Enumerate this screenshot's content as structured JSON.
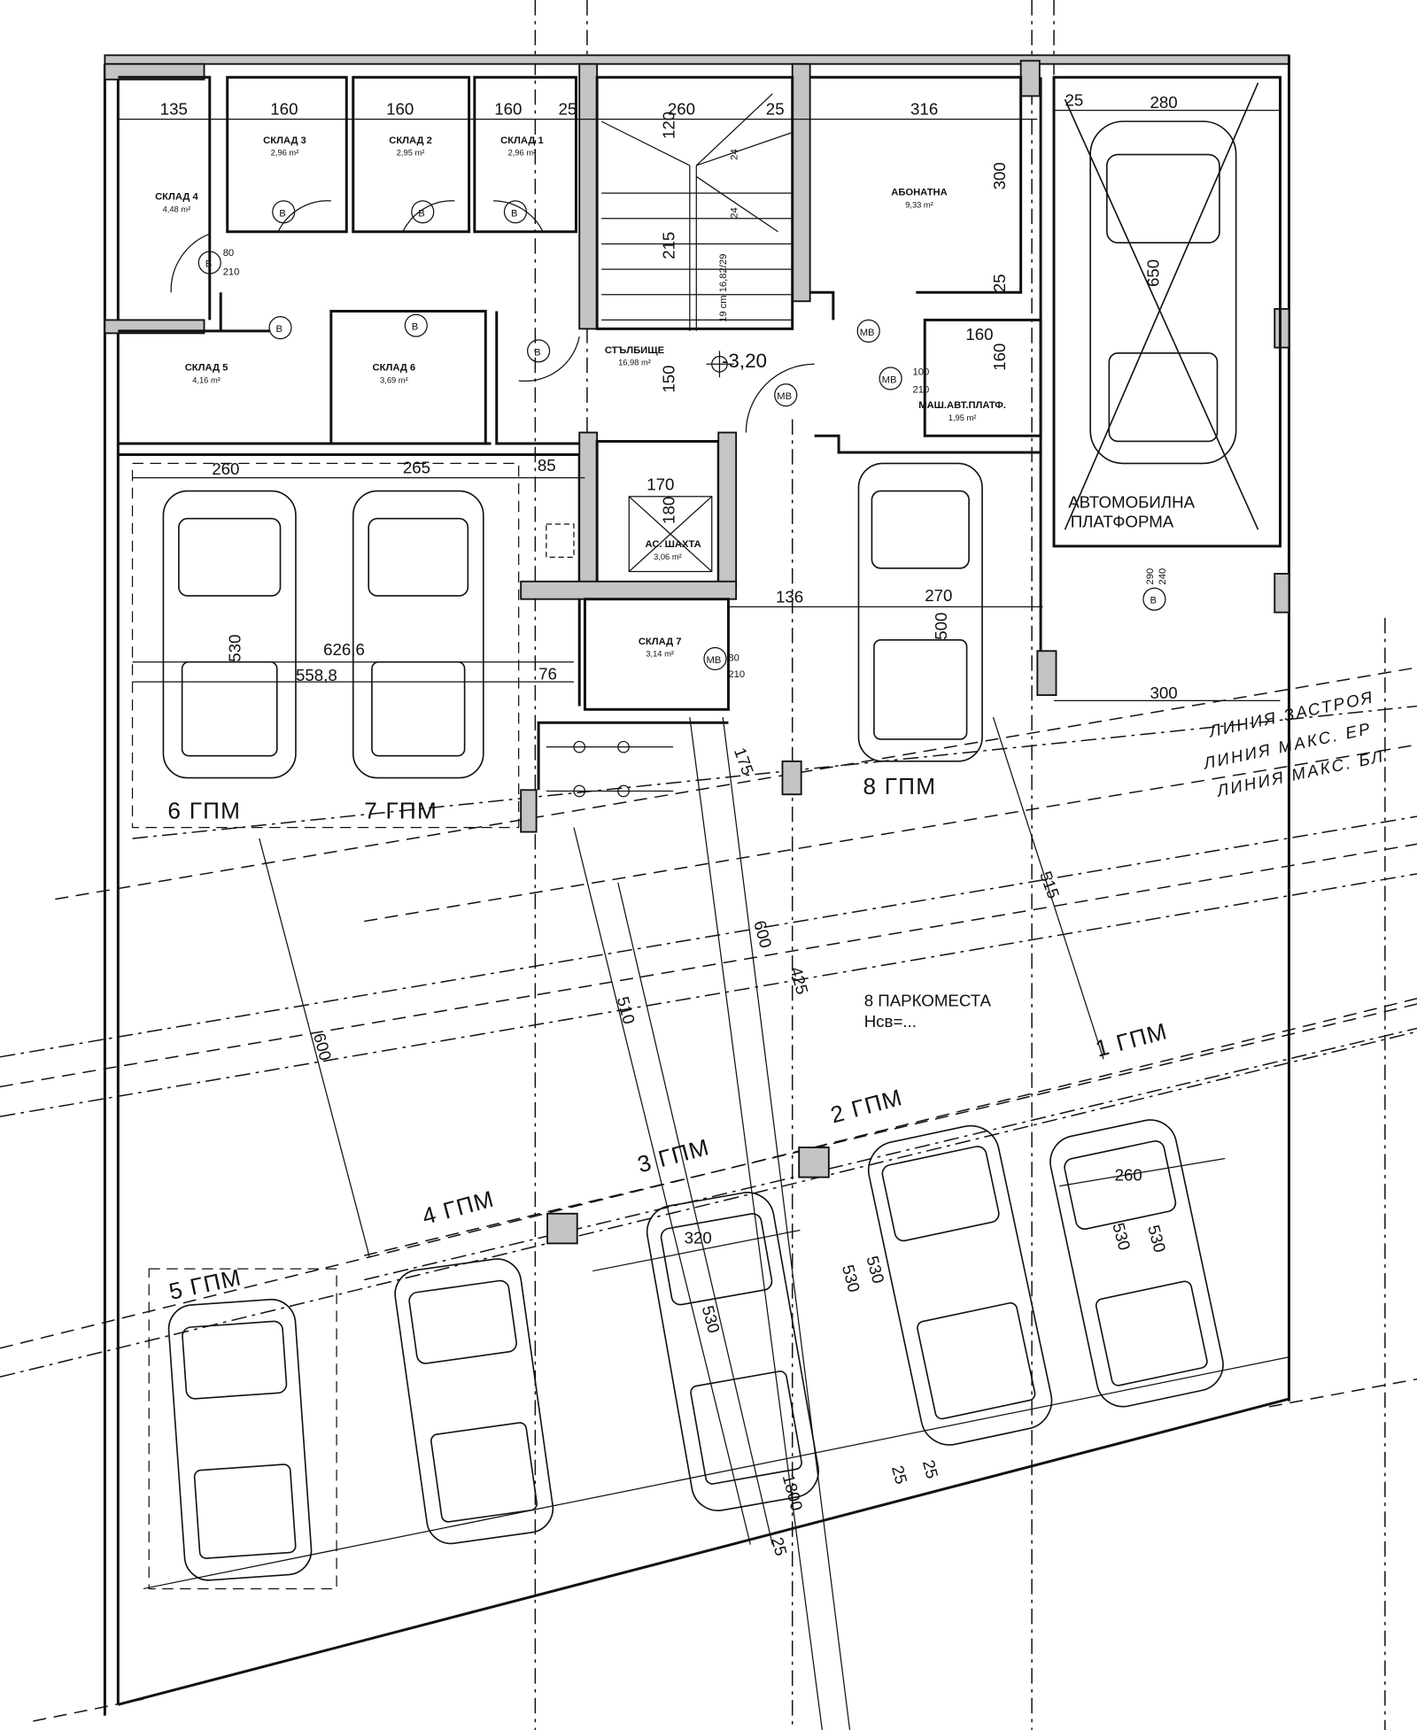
{
  "level_mark": "-3,20",
  "rooms": [
    {
      "name": "СКЛАД 4",
      "area": "4,48 m²"
    },
    {
      "name": "СКЛАД 3",
      "area": "2,96 m²"
    },
    {
      "name": "СКЛАД 2",
      "area": "2,95 m²"
    },
    {
      "name": "СКЛАД 1",
      "area": "2,96 m²"
    },
    {
      "name": "СКЛАД 5",
      "area": "4,16 m²"
    },
    {
      "name": "СКЛАД 6",
      "area": "3,69 m²"
    },
    {
      "name": "СТЪЛБИЩЕ",
      "area": "16,98 m²"
    },
    {
      "name": "АБОНАТНА",
      "area": "9,33 m²"
    },
    {
      "name": "МАШ.АВТ.ПЛАТФ.",
      "area": "1,95 m²"
    },
    {
      "name": "АС. ШАХТА",
      "area": "3,06 m²"
    },
    {
      "name": "СКЛАД 7",
      "area": "3,14 m²"
    }
  ],
  "platform_label": [
    "АВТОМОБИЛНА",
    "ПЛАТФОРМА"
  ],
  "parking_summary": {
    "count": "8 ПАРКОМЕСТА",
    "height": "Нсв=..."
  },
  "parking_spots": [
    "1 ГПМ",
    "2 ГПМ",
    "3 ГПМ",
    "4 ГПМ",
    "5 ГПМ",
    "6 ГПМ",
    "7 ГПМ",
    "8 ГПМ"
  ],
  "regulation_lines": [
    "ЛИНИЯ ЗАСТРОЯ",
    "ЛИНИЯ МАКС. ЕР",
    "ЛИНИЯ МАКС. БЛ"
  ],
  "stair_note": "19 cm 16,82/29",
  "doors": {
    "type_b": "В",
    "type_mb": "МВ",
    "w80": "80",
    "w100": "100",
    "h210": "210",
    "w290": "290",
    "h240": "240"
  },
  "dimensions": {
    "top": [
      "135",
      "160",
      "160",
      "160",
      "25",
      "260",
      "25",
      "316",
      "25",
      "280"
    ],
    "upper": [
      "120",
      "24",
      "24",
      "215",
      "300",
      "25",
      "160",
      "160",
      "150",
      "650"
    ],
    "middle": [
      "260",
      "265",
      "85",
      "170",
      "180",
      "136",
      "270",
      "500",
      "530",
      "626,6",
      "558,8",
      "76",
      "300"
    ],
    "lower": [
      "175",
      "515",
      "600",
      "510",
      "600",
      "425",
      "320",
      "530",
      "530",
      "530",
      "260",
      "530",
      "530",
      "1800",
      "25",
      "25",
      "25"
    ]
  }
}
